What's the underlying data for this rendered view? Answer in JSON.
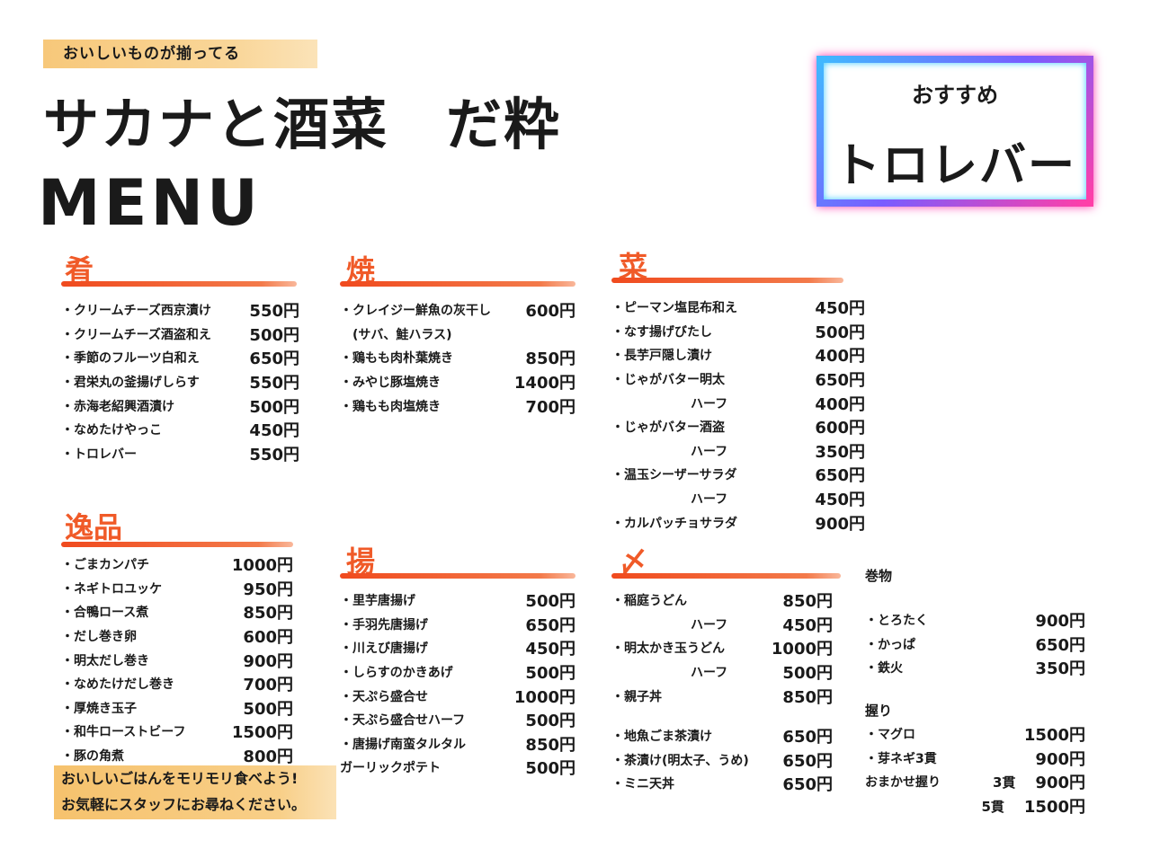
{
  "header": {
    "tagline": "おいしいものが揃ってる",
    "title": "サカナと酒菜　だ粋",
    "menu_title": "MENU"
  },
  "recommend": {
    "label": "おすすめ",
    "item": "トロレバー"
  },
  "sections": {
    "sakana": {
      "title": "肴",
      "items": [
        {
          "name": "・クリームチーズ西京漬け",
          "price": "550円"
        },
        {
          "name": "・クリームチーズ酒盗和え",
          "price": "500円"
        },
        {
          "name": "・季節のフルーツ白和え",
          "price": "650円"
        },
        {
          "name": "・君栄丸の釜揚げしらす",
          "price": "550円"
        },
        {
          "name": "・赤海老紹興酒漬け",
          "price": "500円"
        },
        {
          "name": "・なめたけやっこ",
          "price": "450円"
        },
        {
          "name": "・トロレバー",
          "price": "550円"
        }
      ]
    },
    "yaki": {
      "title": "焼",
      "items": [
        {
          "name": "・クレイジー鮮魚の灰干し",
          "price": "600円"
        },
        {
          "name": "　(サバ、鮭ハラス)",
          "price": ""
        },
        {
          "name": "・鶏もも肉朴葉焼き",
          "price": "850円"
        },
        {
          "name": "・みやじ豚塩焼き",
          "price": "1400円"
        },
        {
          "name": "・鶏もも肉塩焼き",
          "price": "700円"
        }
      ]
    },
    "sai": {
      "title": "菜",
      "items": [
        {
          "name": "・ピーマン塩昆布和え",
          "price": "450円"
        },
        {
          "name": "・なす揚げびたし",
          "price": "500円"
        },
        {
          "name": "・長芋戸隠し漬け",
          "price": "400円"
        },
        {
          "name": "・じゃがバター明太",
          "price": "650円"
        },
        {
          "name": "ハーフ",
          "price": "400円",
          "half": true
        },
        {
          "name": "・じゃがバター酒盗",
          "price": "600円"
        },
        {
          "name": "ハーフ",
          "price": "350円",
          "half": true
        },
        {
          "name": "・温玉シーザーサラダ",
          "price": "650円"
        },
        {
          "name": "ハーフ",
          "price": "450円",
          "half": true
        },
        {
          "name": "・カルパッチョサラダ",
          "price": "900円"
        }
      ]
    },
    "ippin": {
      "title": "逸品",
      "items": [
        {
          "name": "・ごまカンパチ",
          "price": "1000円"
        },
        {
          "name": "・ネギトロユッケ",
          "price": "950円"
        },
        {
          "name": "・合鴨ロース煮",
          "price": "850円"
        },
        {
          "name": "・だし巻き卵",
          "price": "600円"
        },
        {
          "name": "・明太だし巻き",
          "price": "900円"
        },
        {
          "name": "・なめたけだし巻き",
          "price": "700円"
        },
        {
          "name": "・厚焼き玉子",
          "price": "500円"
        },
        {
          "name": "・和牛ローストビーフ",
          "price": "1500円"
        },
        {
          "name": "・豚の角煮",
          "price": "800円"
        }
      ]
    },
    "age": {
      "title": "揚",
      "items": [
        {
          "name": "・里芋唐揚げ",
          "price": "500円"
        },
        {
          "name": "・手羽先唐揚げ",
          "price": "650円"
        },
        {
          "name": "・川えび唐揚げ",
          "price": "450円"
        },
        {
          "name": "・しらすのかきあげ",
          "price": "500円"
        },
        {
          "name": "・天ぷら盛合せ",
          "price": "1000円"
        },
        {
          "name": "・天ぷら盛合せハーフ",
          "price": "500円"
        },
        {
          "name": "・唐揚げ南蛮タルタル",
          "price": "850円"
        },
        {
          "name": "ガーリックポテト",
          "price": "500円"
        }
      ]
    },
    "shime": {
      "title": "〆",
      "items": [
        {
          "name": "・稲庭うどん",
          "price": "850円"
        },
        {
          "name": "ハーフ",
          "price": "450円",
          "half": true
        },
        {
          "name": "・明太かき玉うどん",
          "price": "1000円"
        },
        {
          "name": "ハーフ",
          "price": "500円",
          "half": true
        },
        {
          "name": "・親子丼",
          "price": "850円"
        }
      ],
      "items2": [
        {
          "name": "・地魚ごま茶漬け",
          "price": "650円"
        },
        {
          "name": "・茶漬け(明太子、うめ)",
          "price": "650円"
        },
        {
          "name": "・ミニ天丼",
          "price": "650円"
        }
      ]
    },
    "makimono": {
      "title": "巻物",
      "items": [
        {
          "name": "・とろたく",
          "price": "900円"
        },
        {
          "name": "・かっぱ",
          "price": "650円"
        },
        {
          "name": "・鉄火",
          "price": "350円"
        }
      ]
    },
    "nigiri": {
      "title": "握り",
      "items": [
        {
          "name": "・マグロ",
          "price": "1500円"
        },
        {
          "name": "・芽ネギ3貫",
          "price": "900円"
        },
        {
          "name": "おまかせ握り",
          "qty": "3貫",
          "price": "900円"
        },
        {
          "name": "",
          "qty": "5貫",
          "price": "1500円"
        }
      ]
    }
  },
  "footer": {
    "line1": "おいしいごはんをモリモリ食べよう!",
    "line2": "お気軽にスタッフにお尋ねください。"
  },
  "colors": {
    "accent": "#f05a28",
    "banner": "#f7c87a",
    "neon_blue": "#41b8ff",
    "neon_pink": "#ff3fa8"
  }
}
